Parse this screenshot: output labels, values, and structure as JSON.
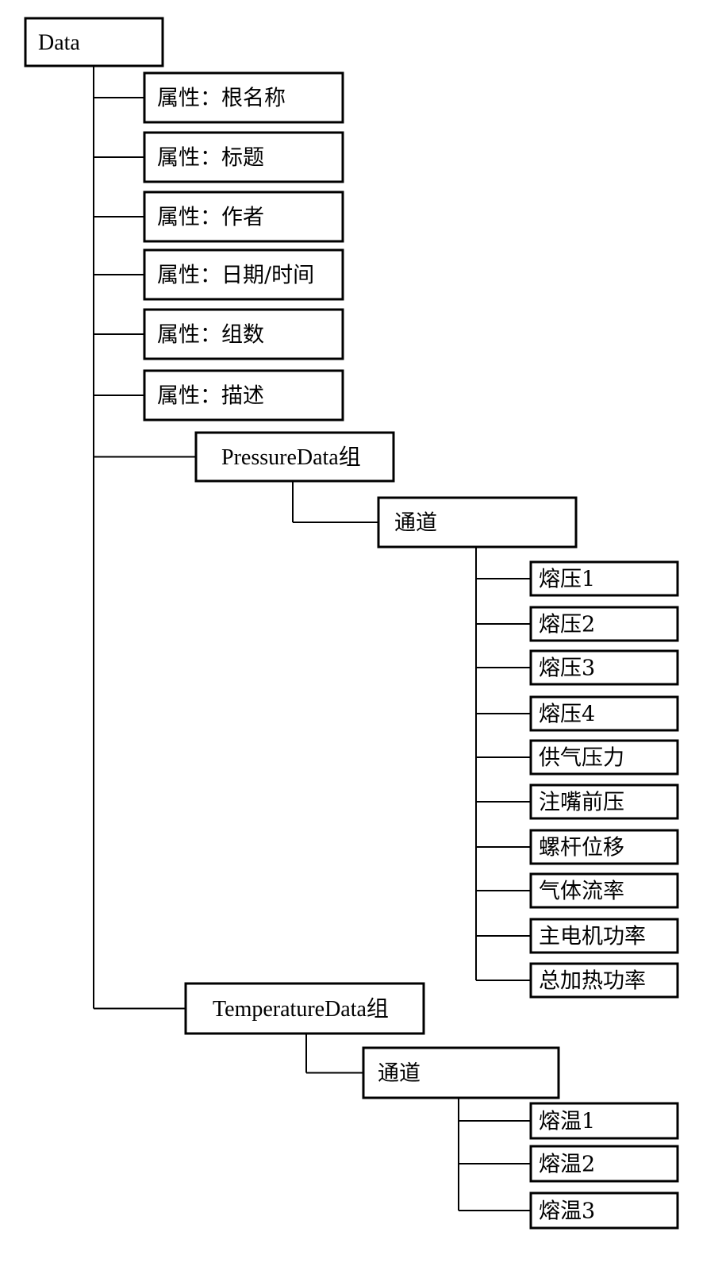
{
  "root": {
    "label": "Data"
  },
  "attributes": [
    {
      "label": "属性：根名称"
    },
    {
      "label": "属性：标题"
    },
    {
      "label": "属性：作者"
    },
    {
      "label": "属性：日期/时间"
    },
    {
      "label": "属性：组数"
    },
    {
      "label": "属性：描述"
    }
  ],
  "groups": [
    {
      "label": "PressureData组",
      "channel_label": "通道",
      "channels": [
        "熔压1",
        "熔压2",
        "熔压3",
        "熔压4",
        "供气压力",
        "注嘴前压",
        "螺杆位移",
        "气体流率",
        "主电机功率",
        "总加热功率"
      ]
    },
    {
      "label": "TemperatureData组",
      "channel_label": "通道",
      "channels": [
        "熔温1",
        "熔温2",
        "熔温3"
      ]
    }
  ]
}
